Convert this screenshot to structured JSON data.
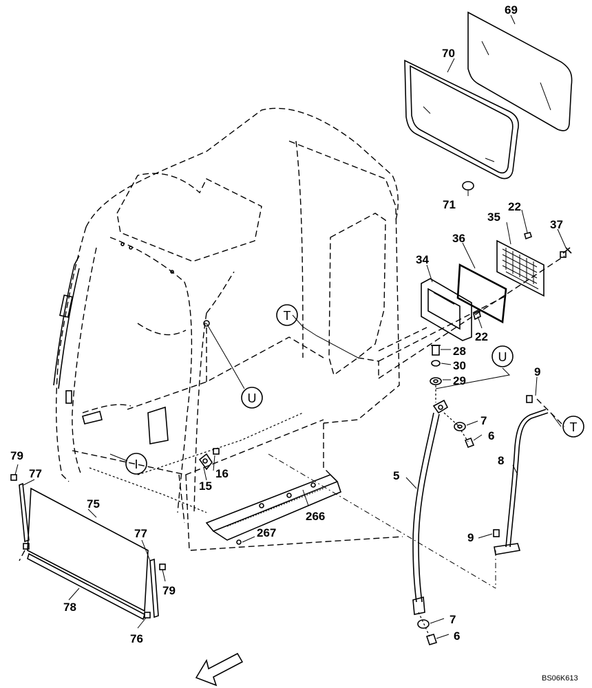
{
  "diagram": {
    "part_labels": {
      "p69": "69",
      "p70": "70",
      "p71": "71",
      "p22a": "22",
      "p35": "35",
      "p37": "37",
      "p36": "36",
      "p34": "34",
      "p22b": "22",
      "p28": "28",
      "p30": "30",
      "p29": "29",
      "p9a": "9",
      "p7a": "7",
      "p6a": "6",
      "p8": "8",
      "p5": "5",
      "p9b": "9",
      "p7b": "7",
      "p6b": "6",
      "p16": "16",
      "p15": "15",
      "p266": "266",
      "p267": "267",
      "p79a": "79",
      "p77a": "77",
      "p75": "75",
      "p77b": "77",
      "p79b": "79",
      "p78": "78",
      "p76": "76"
    },
    "reference_markers": {
      "t_main": "T",
      "t_bar": "T",
      "u_main": "U",
      "u_bar": "U",
      "i_main": "I"
    },
    "drawing_code": "BS06K613"
  }
}
